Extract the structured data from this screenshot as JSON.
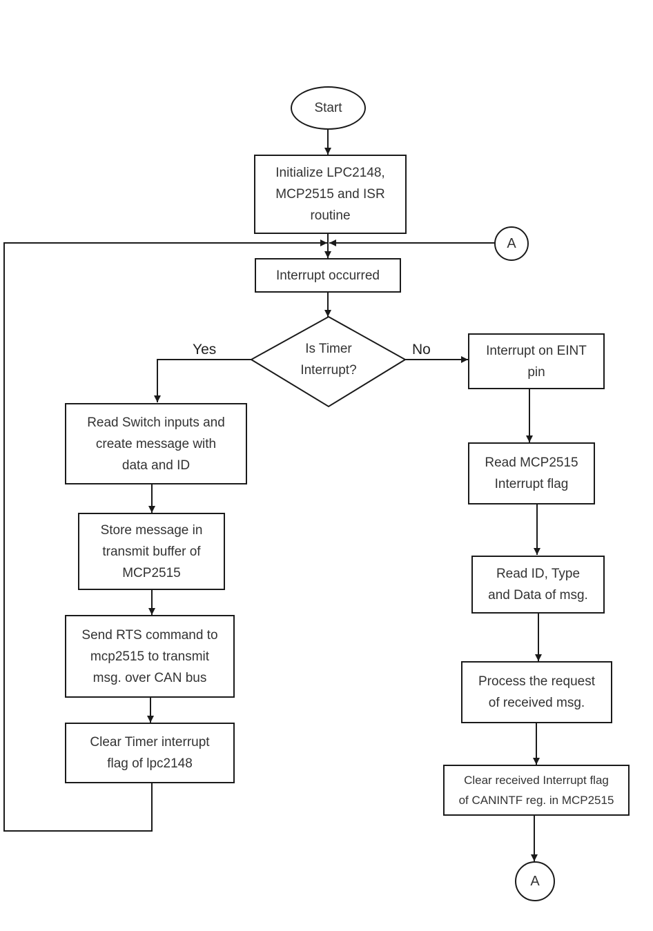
{
  "start": "Start",
  "init": "Initialize LPC2148,\nMCP2515 and ISR\nroutine",
  "interrupt_occurred": "Interrupt occurred",
  "decision": "Is Timer\nInterrupt?",
  "yes_label": "Yes",
  "no_label": "No",
  "left_branch": [
    "Read Switch inputs and\ncreate message with\ndata and ID",
    "Store message in\ntransmit buffer of\nMCP2515",
    "Send RTS command to\nmcp2515 to transmit\nmsg. over CAN bus",
    "Clear Timer interrupt\nflag of lpc2148"
  ],
  "right_branch": [
    "Interrupt on EINT\npin",
    "Read MCP2515\nInterrupt flag",
    "Read ID, Type\nand Data of msg.",
    "Process the request\nof received msg.",
    "Clear received Interrupt flag\nof CANINTF reg. in MCP2515"
  ],
  "connector_top": "A",
  "connector_bottom": "A"
}
